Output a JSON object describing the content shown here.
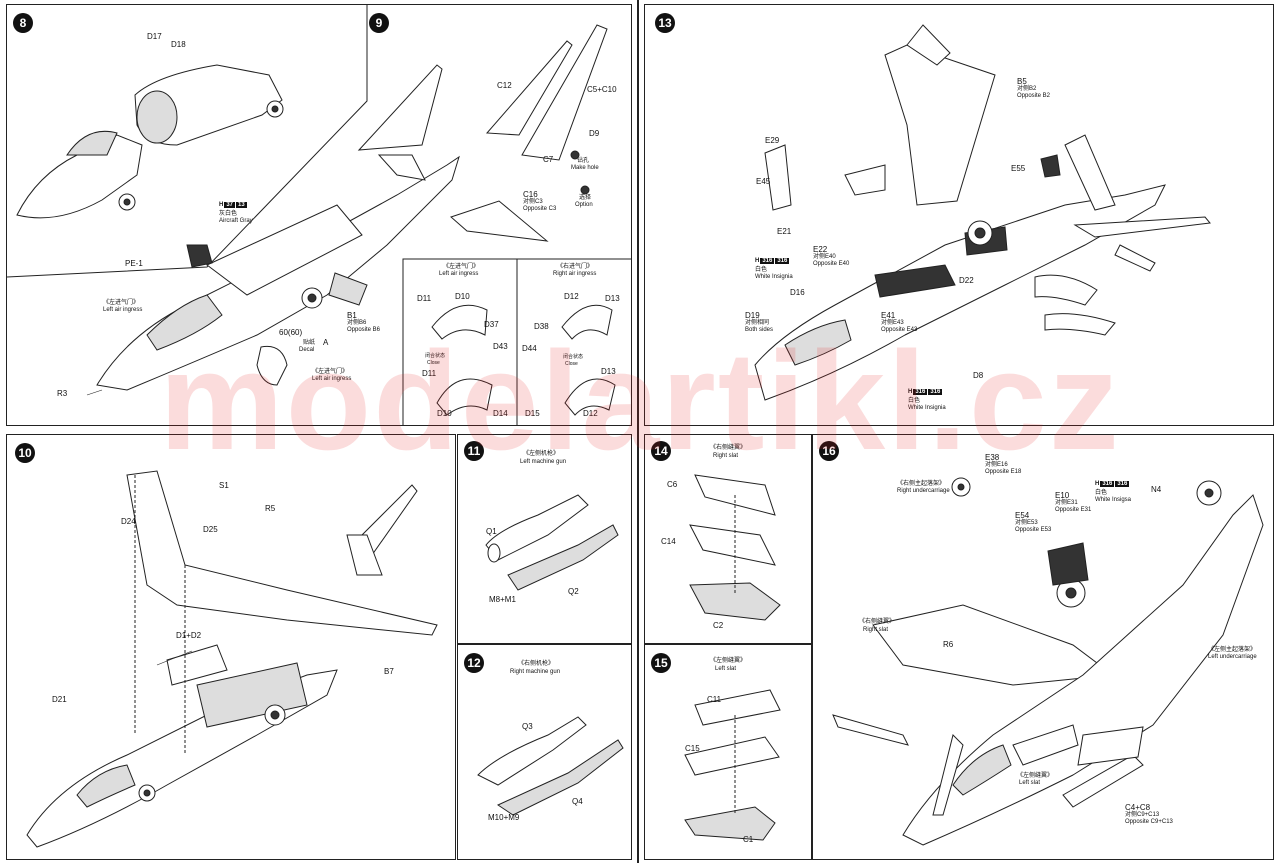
{
  "watermark": "modelartikl.cz",
  "steps": {
    "s8": {
      "num": "8",
      "d17": "D17",
      "d18": "D18",
      "paint_letter": "H",
      "paint_code1": "37",
      "paint_code2": "13",
      "paint_cn": "灰白色",
      "paint_en": "Aircraft Gray",
      "pe1": "PE-1",
      "b1": "B1",
      "b1_cn": "对侧B6",
      "b1_en": "Opposite B6",
      "sixty": "60(60)",
      "decal_cn": "贴纸",
      "decal_en": "Decal",
      "decal_a": "A",
      "left_cn1": "《左进气门》",
      "left_en1": "Left air ingress",
      "left_cn2": "《左进气门》",
      "left_en2": "Left air ingress",
      "r3": "R3"
    },
    "s9": {
      "num": "9",
      "c12": "C12",
      "c5c10": "C5+C10",
      "d9": "D9",
      "hole_cn": "钻孔",
      "hole_en": "Make hole",
      "c7": "C7",
      "c16": "C16",
      "c16_cn": "对侧C3",
      "c16_en": "Opposite C3",
      "opt_cn": "选择",
      "opt_en": "Option",
      "left_cn": "《左进气门》",
      "left_en": "Left air ingress",
      "right_cn": "《右进气门》",
      "right_en": "Right air ingress",
      "d11a": "D11",
      "d10a": "D10",
      "d37": "D37",
      "d43": "D43",
      "close_cn_l": "闭合状态",
      "close_en_l": "Close",
      "d11b": "D11",
      "d10b": "D10",
      "d14": "D14",
      "d12a": "D12",
      "d13a": "D13",
      "d38": "D38",
      "d44": "D44",
      "close_cn_r": "闭合状态",
      "close_en_r": "Close",
      "d13b": "D13",
      "d15": "D15",
      "d12b": "D12"
    },
    "s10": {
      "num": "10",
      "s1": "S1",
      "r5": "R5",
      "d24": "D24",
      "d25": "D25",
      "d1d2": "D1+D2",
      "b7": "B7",
      "d21": "D21"
    },
    "s11": {
      "num": "11",
      "cn": "《左侧机枪》",
      "en": "Left machine gun",
      "q1": "Q1",
      "q2": "Q2",
      "m8m1": "M8+M1"
    },
    "s12": {
      "num": "12",
      "cn": "《右侧机枪》",
      "en": "Right machine gun",
      "q3": "Q3",
      "q4": "Q4",
      "m10m9": "M10+M9"
    },
    "s13": {
      "num": "13",
      "b5": "B5",
      "b5_cn": "对侧B2",
      "b5_en": "Opposite B2",
      "e29": "E29",
      "e45": "E45",
      "e21": "E21",
      "e55": "E55",
      "h_letter": "H",
      "h_code1": "316",
      "h_code2": "316",
      "h_cn": "白色",
      "h_en": "White Insignia",
      "e22": "E22",
      "e22_cn": "对侧E40",
      "e22_en": "Opposite E40",
      "d16": "D16",
      "d19": "D19",
      "d19_cn": "对侧相同",
      "d19_en": "Both sides",
      "e41": "E41",
      "e41_cn": "对侧E43",
      "e41_en": "Opposite E43",
      "d22": "D22",
      "d8": "D8",
      "h2_letter": "H",
      "h2_code1": "316",
      "h2_code2": "316",
      "h2_cn": "白色",
      "h2_en": "White Insignia"
    },
    "s14": {
      "num": "14",
      "cn": "《右侧缝翼》",
      "en": "Right slat",
      "c6": "C6",
      "c14": "C14",
      "c2": "C2"
    },
    "s15": {
      "num": "15",
      "cn": "《左侧缝翼》",
      "en": "Left slat",
      "c11": "C11",
      "c15": "C15",
      "c1": "C1"
    },
    "s16": {
      "num": "16",
      "e38": "E38",
      "e38_cn": "对侧E16",
      "e38_en": "Opposite E18",
      "ru_cn": "《右侧主起落架》",
      "ru_en": "Right undercarriage",
      "e54": "E54",
      "e54_cn": "对侧E53",
      "e54_en": "Opposite E53",
      "e10": "E10",
      "e10_cn": "对侧E31",
      "e10_en": "Opposite E31",
      "h_letter": "H",
      "h_code1": "316",
      "h_code2": "316",
      "h_cn": "白色",
      "h_en": "White Insigsa",
      "n4": "N4",
      "rs_cn": "《右侧缝翼》",
      "rs_en": "Right slat",
      "r6": "R6",
      "lu_cn": "《左侧主起落架》",
      "lu_en": "Left undercarriage",
      "ls_cn": "《左侧缝翼》",
      "ls_en": "Left slat",
      "c4c8": "C4+C8",
      "c4_cn": "对侧C9+C13",
      "c4_en": "Opposite C9+C13"
    }
  }
}
